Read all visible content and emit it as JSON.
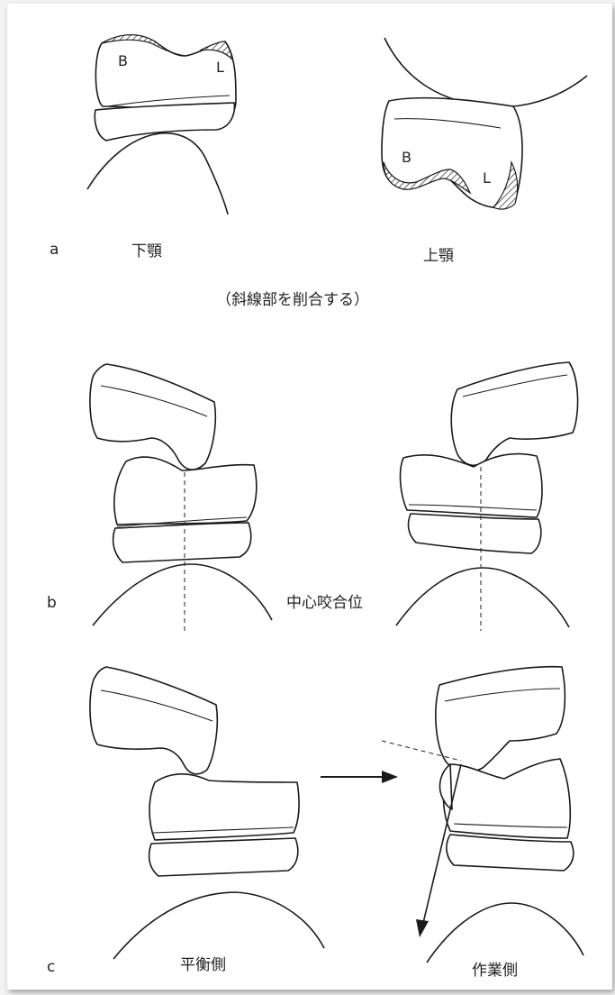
{
  "labels": {
    "buccal": "B",
    "lingual": "L",
    "panel_a": "a",
    "panel_b": "b",
    "panel_c": "c"
  },
  "captions": {
    "mandible": "下顎",
    "maxilla": "上顎",
    "note": "（斜線部を削合する）",
    "centric": "中心咬合位",
    "balancing": "平衡側",
    "working": "作業側"
  }
}
